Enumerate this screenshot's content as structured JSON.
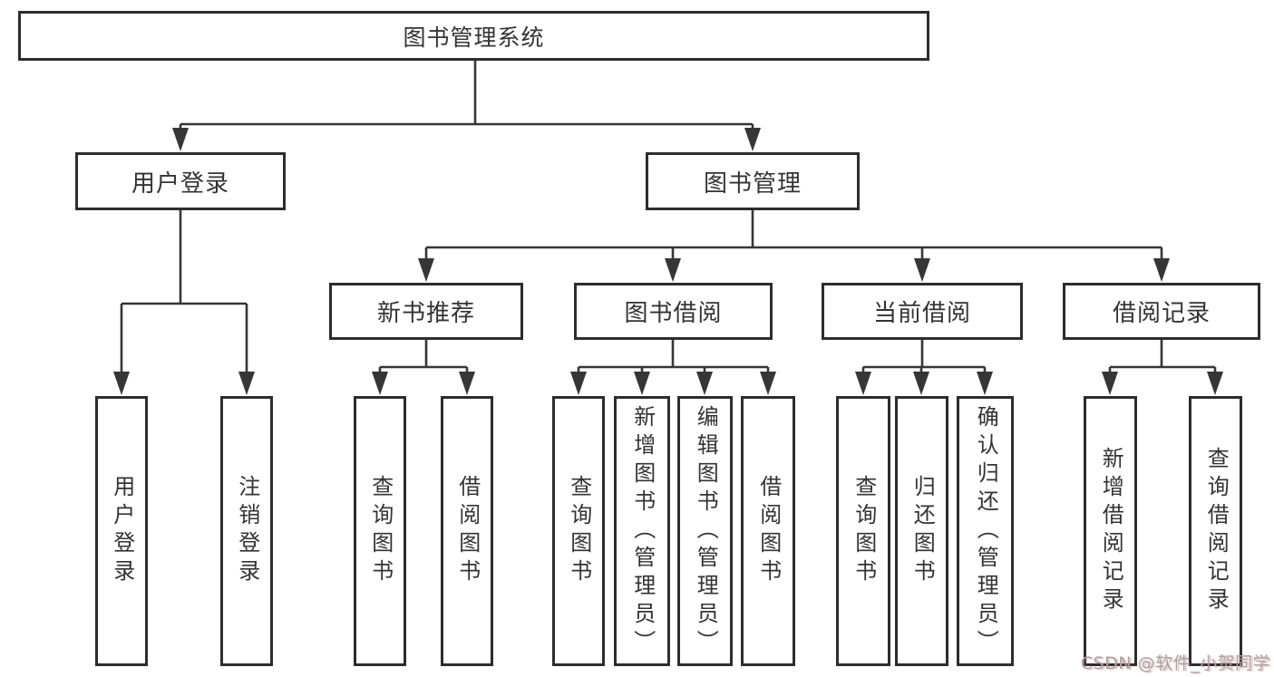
{
  "diagram_type": "functional-structure-tree",
  "nodes": {
    "root": "图书管理系统",
    "l2": [
      "用户登录",
      "图书管理"
    ],
    "l3": [
      "新书推荐",
      "图书借阅",
      "当前借阅",
      "借阅记录"
    ],
    "leaves": [
      "用户登录",
      "注销登录",
      "查询图书",
      "借阅图书",
      "查询图书",
      "新增图书（管理员）",
      "编辑图书（管理员）",
      "借阅图书",
      "查询图书",
      "归还图书",
      "确认归还（管理员）",
      "新增借阅记录",
      "查询借阅记录"
    ]
  },
  "tree": {
    "label": "图书管理系统",
    "children": [
      {
        "label": "用户登录",
        "children": [
          {
            "label": "用户登录"
          },
          {
            "label": "注销登录"
          }
        ]
      },
      {
        "label": "图书管理",
        "children": [
          {
            "label": "新书推荐",
            "children": [
              {
                "label": "查询图书"
              },
              {
                "label": "借阅图书"
              }
            ]
          },
          {
            "label": "图书借阅",
            "children": [
              {
                "label": "查询图书"
              },
              {
                "label": "新增图书（管理员）"
              },
              {
                "label": "编辑图书（管理员）"
              },
              {
                "label": "借阅图书"
              }
            ]
          },
          {
            "label": "当前借阅",
            "children": [
              {
                "label": "查询图书"
              },
              {
                "label": "归还图书"
              },
              {
                "label": "确认归还（管理员）"
              }
            ]
          },
          {
            "label": "借阅记录",
            "children": [
              {
                "label": "新增借阅记录"
              },
              {
                "label": "查询借阅记录"
              }
            ]
          }
        ]
      }
    ]
  },
  "watermark": "CSDN @软件_小贺同学",
  "colors": {
    "background": "#ffffff",
    "box_fill": "#ffffff",
    "box_border": "#2d2d2d",
    "line": "#363636",
    "text": "#333333",
    "watermark": "#a5a5a5"
  }
}
